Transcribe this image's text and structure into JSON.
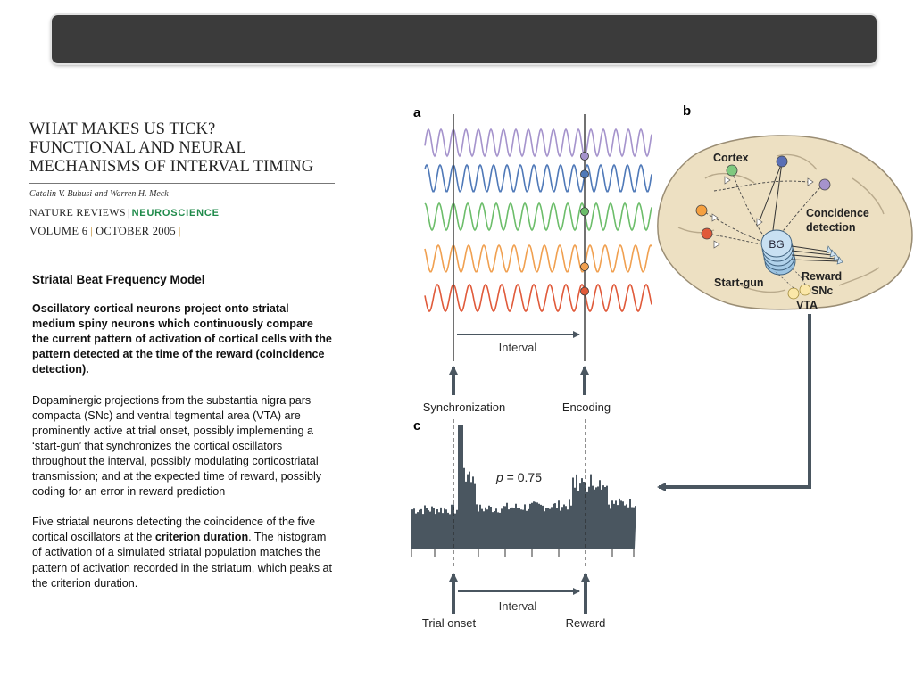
{
  "paper": {
    "title_lines": [
      "WHAT MAKES US TICK?",
      "FUNCTIONAL AND NEURAL",
      "MECHANISMS OF INTERVAL TIMING"
    ],
    "authors": "Catalin V. Buhusi and Warren H. Meck",
    "journal_left": "NATURE REVIEWS",
    "journal_sep": "|",
    "journal_right": "NEUROSCIENCE",
    "volume": "VOLUME 6",
    "volume_sep": "|",
    "date": "OCTOBER 2005",
    "date_sep": "|"
  },
  "text": {
    "heading": "Striatal Beat Frequency Model",
    "para1": "Oscillatory cortical neurons project onto striatal medium spiny neurons which continuously compare the current pattern of activation of cortical cells with the pattern detected at the time of the reward (coincidence detection).",
    "para2": "Dopaminergic projections from the substantia nigra pars compacta (SNc) and ventral tegmental area (VTA) are prominently active at trial onset, possibly implementing a ‘start-gun’ that synchronizes the cortical oscillators throughout the interval, possibly modulating corticostriatal transmission; and at the expected time of reward, possibly coding for an error in reward prediction",
    "para3_before": "Five striatal neurons detecting the coincidence of the five cortical oscillators at the ",
    "para3_bold": "criterion duration",
    "para3_after": ". The histogram of activation of a simulated striatal population matches the pattern of activation recorded in the striatum, which peaks at the criterion duration."
  },
  "figure": {
    "panel_a": {
      "letter": "a",
      "interval_label": "Interval",
      "sync_label": "Synchronization",
      "encoding_label": "Encoding",
      "wave_colors": [
        "#a593cc",
        "#4f79b8",
        "#6cbd6a",
        "#f0a050",
        "#e05a3a"
      ]
    },
    "panel_b": {
      "letter": "b",
      "cortex": "Cortex",
      "coincidence_1": "Concidence",
      "coincidence_2": "detection",
      "bg": "BG",
      "start_gun": "Start-gun",
      "reward": "Reward",
      "snc": "SNc",
      "vta": "VTA"
    },
    "panel_c": {
      "letter": "c",
      "p_label": "p",
      "p_value": " = 0.75",
      "interval_label": "Interval",
      "trial_onset": "Trial onset",
      "reward": "Reward"
    }
  },
  "colors": {
    "topbar": "#3b3b3b",
    "journal_accent": "#1f8a4a",
    "figure_arrow": "#4a5660",
    "histogram": "#4a5660"
  }
}
